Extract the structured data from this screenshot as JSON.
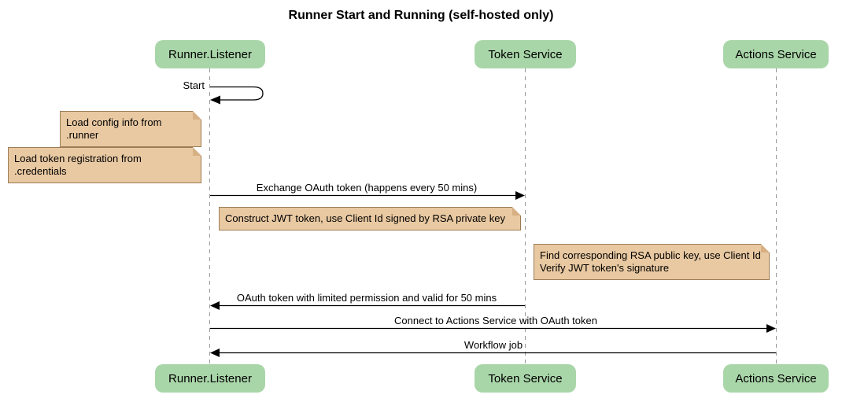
{
  "diagram": {
    "type": "sequence",
    "title": "Runner Start and Running (self-hosted only)",
    "participants": [
      {
        "id": "runner-listener",
        "label": "Runner.Listener"
      },
      {
        "id": "token-service",
        "label": "Token Service"
      },
      {
        "id": "actions-service",
        "label": "Actions Service"
      }
    ],
    "messages": [
      {
        "from": "Runner.Listener",
        "to": "Runner.Listener",
        "style": "self",
        "label": "Start"
      },
      {
        "from": "Runner.Listener",
        "to": "Token Service",
        "style": "solid",
        "label": "Exchange OAuth token (happens every 50 mins)"
      },
      {
        "from": "Token Service",
        "to": "Runner.Listener",
        "style": "solid",
        "label": "OAuth token with limited permission and valid for 50 mins"
      },
      {
        "from": "Runner.Listener",
        "to": "Actions Service",
        "style": "solid",
        "label": "Connect to Actions Service with OAuth token"
      },
      {
        "from": "Actions Service",
        "to": "Runner.Listener",
        "style": "solid",
        "label": "Workflow job"
      }
    ],
    "notes": [
      {
        "position": "left of Runner.Listener",
        "text": "Load config info from .runner"
      },
      {
        "position": "left of Runner.Listener",
        "text": "Load token registration from .credentials"
      },
      {
        "position": "over Runner.Listener and Token Service",
        "text": "Construct JWT token, use Client Id signed by RSA private key"
      },
      {
        "position": "right of Token Service",
        "text": "Find corresponding RSA public key, use Client Id\nVerify JWT token's signature"
      }
    ],
    "colors": {
      "participant_fill": "#a9d6a9",
      "note_fill": "#e9c9a2",
      "note_border": "#9c7c55",
      "lifeline": "#999999",
      "message_line": "#000000",
      "background": "#ffffff"
    }
  }
}
